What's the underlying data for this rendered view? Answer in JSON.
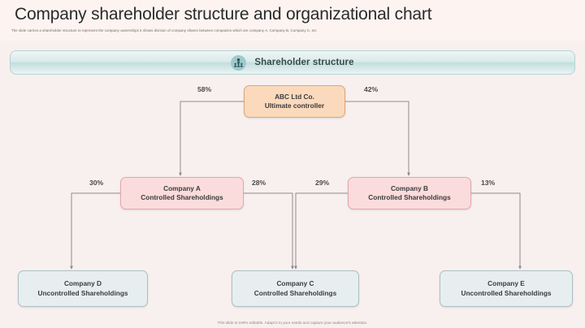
{
  "slide": {
    "title": "Company shareholder structure and organizational chart",
    "subtitle": "The slide carries a shareholder structure to represent the company ownerships it shows division of company shares between companies which are company A, Company B, Company C, etc",
    "footer": "This slide is 100% editable. Adapt it to your needs and capture your audience's attention."
  },
  "section": {
    "label": "Shareholder structure",
    "icon": "people-group-icon"
  },
  "colors": {
    "root_fill": "#fbd9bd",
    "root_border": "#d8a87c",
    "mid_fill": "#fbdcdd",
    "mid_border": "#e0a8ab",
    "leaf_fill": "#e7eef0",
    "leaf_border": "#aebfc4",
    "bar_accent": "#9ecacb",
    "connector": "#8c8c8c",
    "slide_bg": "#f7f0ee"
  },
  "chart_data": {
    "type": "diagram",
    "title": "Shareholder structure",
    "nodes": [
      {
        "id": "abc",
        "line1": "ABC Ltd Co.",
        "line2": "Ultimate controller",
        "level": 0,
        "kind": "root"
      },
      {
        "id": "companyA",
        "line1": "Company A",
        "line2": "Controlled Shareholdings",
        "level": 1,
        "kind": "mid"
      },
      {
        "id": "companyB",
        "line1": "Company B",
        "line2": "Controlled Shareholdings",
        "level": 1,
        "kind": "mid"
      },
      {
        "id": "companyD",
        "line1": "Company D",
        "line2": "Uncontrolled Shareholdings",
        "level": 2,
        "kind": "leaf"
      },
      {
        "id": "companyC",
        "line1": "Company C",
        "line2": "Controlled Shareholdings",
        "level": 2,
        "kind": "leaf"
      },
      {
        "id": "companyE",
        "line1": "Company E",
        "line2": "Uncontrolled Shareholdings",
        "level": 2,
        "kind": "leaf"
      }
    ],
    "edges": [
      {
        "from": "abc",
        "to": "companyA",
        "label": "58%"
      },
      {
        "from": "abc",
        "to": "companyB",
        "label": "42%"
      },
      {
        "from": "companyA",
        "to": "companyD",
        "label": "30%"
      },
      {
        "from": "companyA",
        "to": "companyC",
        "label": "28%"
      },
      {
        "from": "companyB",
        "to": "companyC",
        "label": "29%"
      },
      {
        "from": "companyB",
        "to": "companyE",
        "label": "13%"
      }
    ]
  }
}
